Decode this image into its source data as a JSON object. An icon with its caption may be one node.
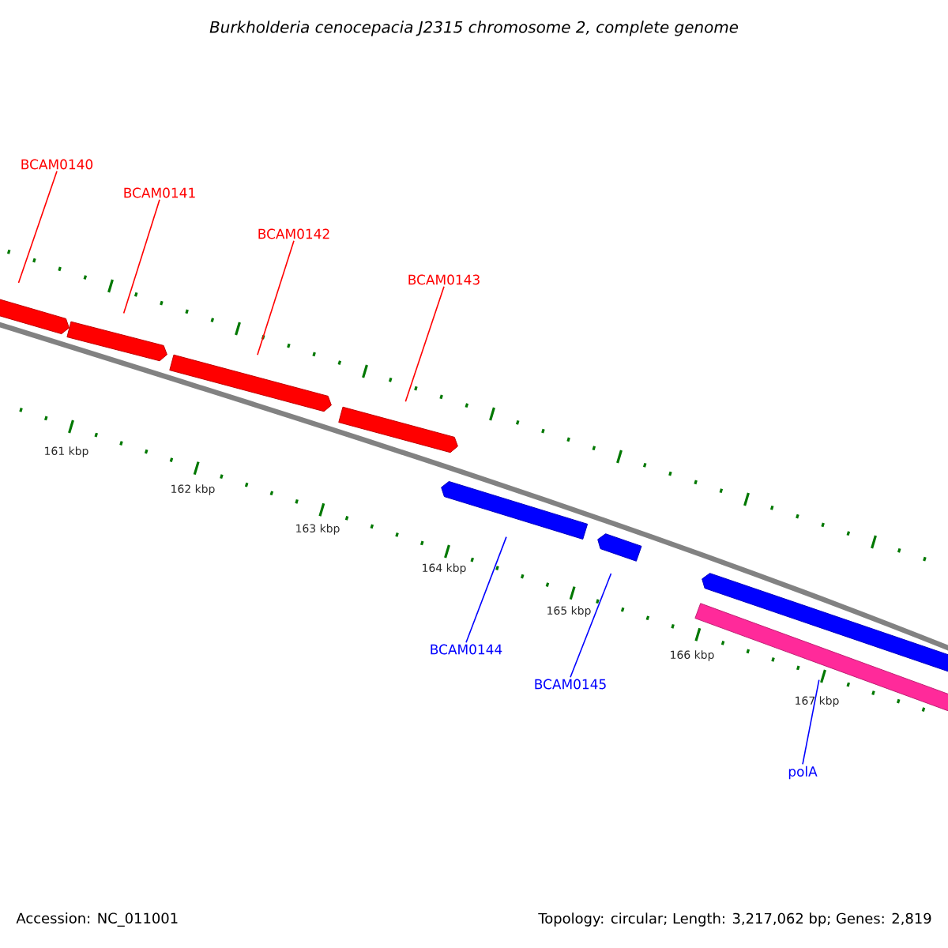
{
  "diagram": {
    "title": "Burkholderia cenocepacia J2315 chromosome 2, complete genome",
    "nodes": [
      {
        "text": [
          "BCAM0140"
        ]
      },
      {
        "text": [
          "BCAM0141"
        ]
      },
      {
        "text": [
          "BCAM0142"
        ]
      },
      {
        "text": [
          "BCAM0143"
        ]
      },
      {
        "text": [
          "BCAM0144"
        ]
      },
      {
        "text": [
          "BCAM0145"
        ]
      },
      {
        "text": [
          "polA"
        ]
      },
      {
        "text": [],
        "shape": "bar"
      },
      {
        "text": [],
        "shape": "bar"
      },
      {
        "text": [],
        "shape": "bar"
      },
      {
        "text": [],
        "shape": "bar"
      },
      {
        "text": [],
        "shape": "bar"
      },
      {
        "text": [],
        "shape": "bar"
      },
      {
        "text": [],
        "shape": "bar"
      },
      {
        "text": [],
        "shape": "bar"
      }
    ],
    "edges": [
      {
        "from": 0,
        "to": 7,
        "arrow": "none"
      },
      {
        "from": 1,
        "to": 8,
        "arrow": "none"
      },
      {
        "from": 2,
        "to": 9,
        "arrow": "none"
      },
      {
        "from": 3,
        "to": 10,
        "arrow": "none"
      },
      {
        "from": 4,
        "to": 11,
        "arrow": "none",
        "color": "#0000ff"
      },
      {
        "from": 5,
        "to": 12,
        "arrow": "none",
        "color": "#0000ff"
      },
      {
        "from": 6,
        "to": 14,
        "arrow": "none",
        "color": "#0000ff"
      }
    ],
    "labels": [
      "161 kbp",
      "162 kbp",
      "163 kbp",
      "164 kbp",
      "165 kbp",
      "166 kbp",
      "167 kbp",
      "Accession: NC_011001",
      "Topology: circular; Length: 3,217,062 bp; Genes: 2,819"
    ]
  }
}
